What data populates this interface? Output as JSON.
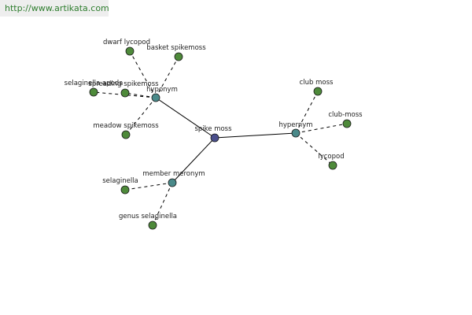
{
  "watermark": {
    "url": "http://www.artikata.com"
  },
  "graph": {
    "center": {
      "label": "spike moss",
      "color": "#4a4f8c"
    },
    "relations": [
      {
        "label": "hyponym",
        "color": "#4a8a8a",
        "children": [
          "dwarf lycopod",
          "basket spikemoss",
          "selaginella apoda",
          "spreading spikemoss",
          "meadow spikemoss"
        ]
      },
      {
        "label": "hypernym",
        "color": "#4a8a8a",
        "children": [
          "club moss",
          "club-moss",
          "lycopod"
        ]
      },
      {
        "label": "member meronym",
        "color": "#4a8a8a",
        "children": [
          "selaginella",
          "genus selaginella"
        ]
      }
    ],
    "leaf_color": "#4e8a3a"
  }
}
